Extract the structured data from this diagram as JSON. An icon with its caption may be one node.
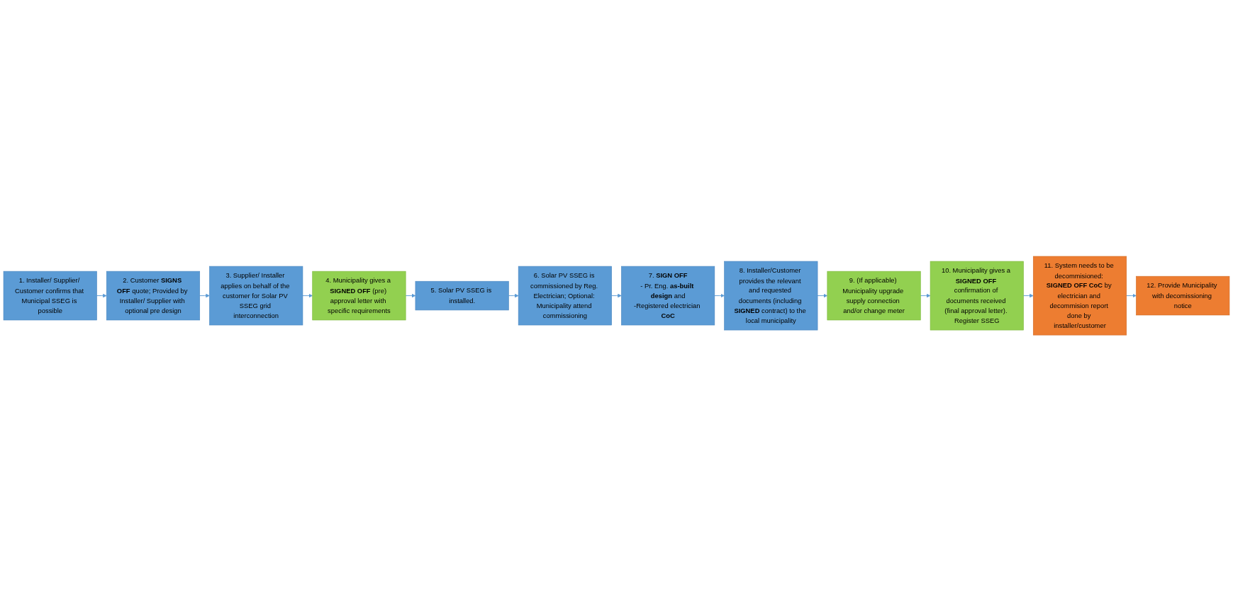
{
  "diagram": {
    "nodes": [
      {
        "text": [
          "1. Installer/ Supplier/ Customer confirms that Municipal SSEG is possible"
        ]
      },
      {
        "text": [
          "2. Customer **SIGNS OFF** quote; Provided by Installer/ Supplier with optional pre design"
        ]
      },
      {
        "text": [
          "3. Supplier/ Installer applies on behalf of the customer for Solar PV SSEG grid interconnection"
        ]
      },
      {
        "text": [
          "4. Municipality gives a **SIGNED OFF** (pre) approval letter with specific requirements"
        ]
      },
      {
        "text": [
          "5. Solar PV SSEG is installed."
        ]
      },
      {
        "text": [
          "6. Solar PV SSEG is commissioned by Reg. Electrician; Optional: Municipality attend commissioning"
        ]
      },
      {
        "text": [
          "7. **SIGN OFF**",
          "- Pr. Eng. **as-built design** and",
          "-Registered electrician **CoC**"
        ]
      },
      {
        "text": [
          "8. Installer/Customer provides the relevant and requested documents (including **SIGNED** contract) to the local municipality"
        ]
      },
      {
        "text": [
          "9. (If applicable) Municipality upgrade supply connection and/or change meter"
        ]
      },
      {
        "text": [
          "10. Municipality gives a **SIGNED OFF** confirmation of documents received (final approval letter). Register SSEG"
        ]
      },
      {
        "text": [
          "11. System needs to be decommisioned: **SIGNED OFF CoC** by electrician and decommision report done by installer/customer"
        ]
      },
      {
        "text": [
          "12. Provide Municipality with decomissioning notice"
        ]
      }
    ],
    "edges": [
      {
        "from": 0,
        "to": 1,
        "arrow": "to"
      },
      {
        "from": 1,
        "to": 2,
        "arrow": "to"
      },
      {
        "from": 2,
        "to": 3,
        "arrow": "to"
      },
      {
        "from": 3,
        "to": 4,
        "arrow": "to"
      },
      {
        "from": 4,
        "to": 5,
        "arrow": "to"
      },
      {
        "from": 5,
        "to": 6,
        "arrow": "to"
      },
      {
        "from": 6,
        "to": 7,
        "arrow": "to"
      },
      {
        "from": 7,
        "to": 8,
        "arrow": "to"
      },
      {
        "from": 8,
        "to": 9,
        "arrow": "to"
      },
      {
        "from": 9,
        "to": 10,
        "arrow": "to"
      },
      {
        "from": 10,
        "to": 11,
        "arrow": "to"
      }
    ]
  }
}
